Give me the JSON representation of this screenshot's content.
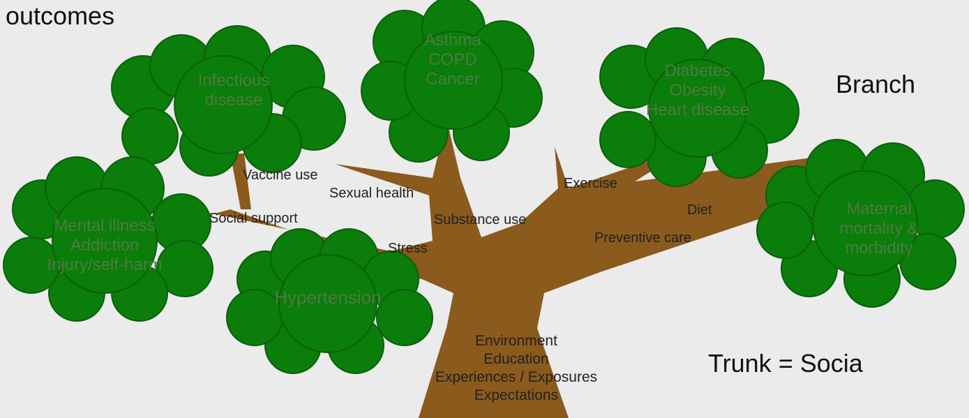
{
  "slide_text": {
    "top_left": "outcomes",
    "right_top": "Branch",
    "right_bottom": "Trunk = Socia"
  },
  "canopies": {
    "infectious": [
      "Infectious",
      "disease"
    ],
    "respiratory": [
      "Asthma",
      "COPD",
      "Cancer"
    ],
    "metabolic": [
      "Diabetes",
      "Obesity",
      "Heart disease"
    ],
    "mental": [
      "Mental illness",
      "Addiction",
      "Injury/self-harm"
    ],
    "maternal": [
      "Maternal",
      "mortality &",
      "morbidity"
    ],
    "hypertension": [
      "Hypertension"
    ]
  },
  "branch_labels": {
    "vaccine_use": "Vaccine use",
    "sexual_health": "Sexual health",
    "exercise": "Exercise",
    "diet": "Diet",
    "social_support": "Social support",
    "substance_use": "Substance use",
    "preventive_care": "Preventive care",
    "stress": "Stress"
  },
  "trunk_labels": [
    "Environment",
    "Education",
    "Experiences / Exposures",
    "Expectations"
  ],
  "colors": {
    "background": "#ebebeb",
    "leaf": "#0a7d0a",
    "leaf_outline": "#0d5e0d",
    "trunk": "#8b5a1d",
    "canopy_text": "#4f7a43"
  }
}
